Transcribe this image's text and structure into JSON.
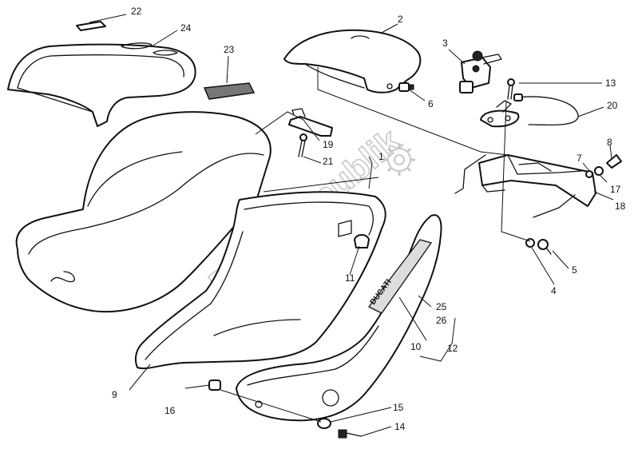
{
  "diagram": {
    "callouts": {
      "c1": "1",
      "c2": "2",
      "c3": "3",
      "c4": "4",
      "c5": "5",
      "c6": "6",
      "c7": "7",
      "c8": "8",
      "c9": "9",
      "c10": "10",
      "c11": "11",
      "c12": "12",
      "c13": "13",
      "c14": "14",
      "c15": "15",
      "c16": "16",
      "c17": "17",
      "c18": "18",
      "c19": "19",
      "c20": "20",
      "c21": "21",
      "c22": "22",
      "c23": "23",
      "c24": "24",
      "c25": "25",
      "c26": "26"
    },
    "watermark": "PartsRepublik",
    "panel_decal": "DUCATI"
  }
}
